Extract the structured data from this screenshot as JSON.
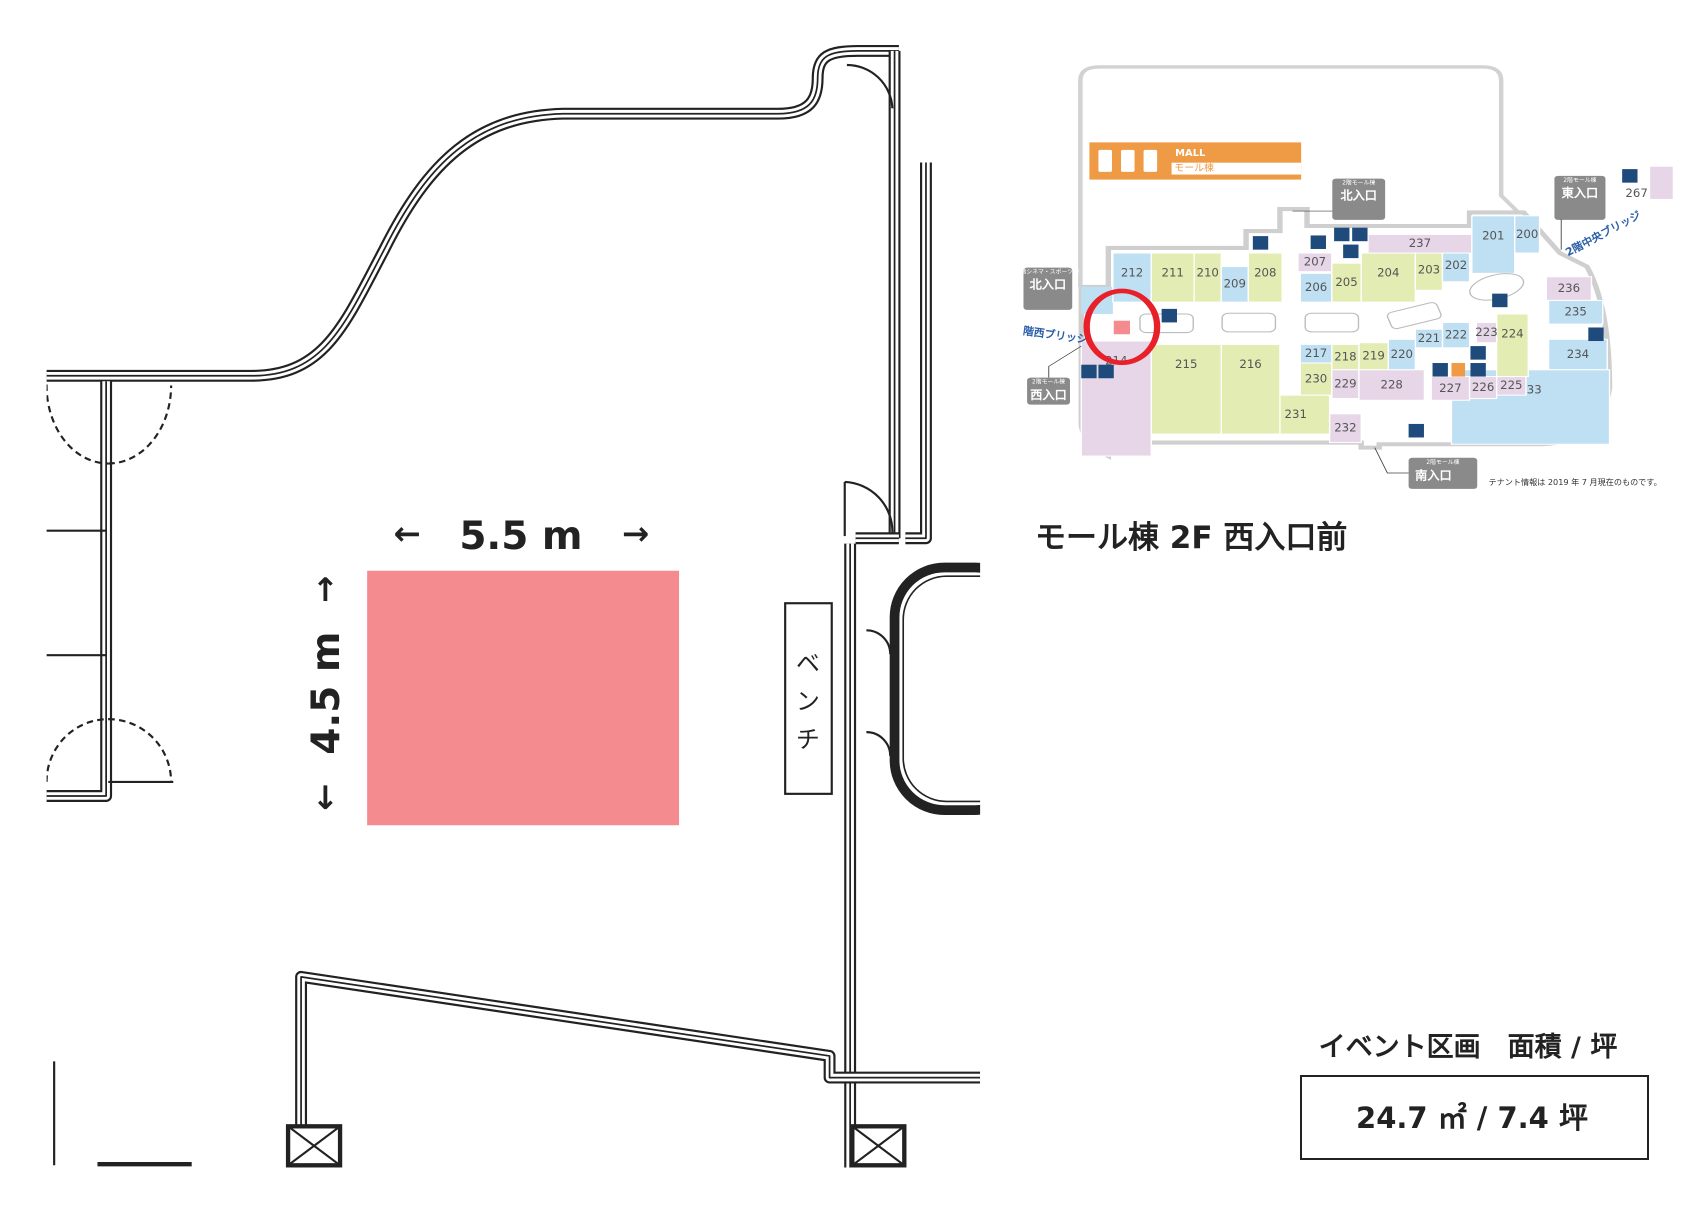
{
  "floor_plan": {
    "width_label": "5.5 m",
    "height_label": "4.5 m",
    "arrow_left": "←",
    "arrow_right": "→",
    "bench_label": [
      "ベ",
      "ン",
      "チ"
    ],
    "booth_color": "#f48c8f"
  },
  "location_title": "モール棟 2F 西入口前",
  "area": {
    "header": "イベント区画　面積 / 坪",
    "value": "24.7 ㎡ / 7.4 坪"
  },
  "minimap": {
    "banner": {
      "title": "MALL",
      "subtitle": "モール棟",
      "color": "#ef9a44"
    },
    "entrances": [
      {
        "sub": "2階モール棟",
        "name": "北入口"
      },
      {
        "sub": "2階シネマ・スポーツ棟",
        "name": "北入口"
      },
      {
        "sub": "2階モール棟",
        "name": "西入口"
      },
      {
        "sub": "2階モール棟",
        "name": "東入口"
      },
      {
        "sub": "2階モール棟",
        "name": "南入口"
      }
    ],
    "bridges": [
      "階西ブリッジ",
      "2階中央ブリッジ"
    ],
    "units": [
      "212",
      "211",
      "210",
      "209",
      "208",
      "207",
      "206",
      "205",
      "204",
      "203",
      "202",
      "201",
      "200",
      "237",
      "236",
      "235",
      "234",
      "233",
      "224",
      "223",
      "222",
      "221",
      "220",
      "219",
      "218",
      "217",
      "230",
      "229",
      "228",
      "227",
      "226",
      "225",
      "232",
      "231",
      "216",
      "215",
      "214",
      "267"
    ],
    "note": "テナント情報は 2019 年 7 月現在のものです。",
    "colors": {
      "green": "#e3ecb3",
      "blue": "#bfdff3",
      "purple": "#e6d6e8",
      "entrance": "#8a8a8a",
      "icon": "#1e4a7c",
      "highlight_circle": "#e8202a",
      "bridge_text": "#2a5ea8"
    }
  }
}
